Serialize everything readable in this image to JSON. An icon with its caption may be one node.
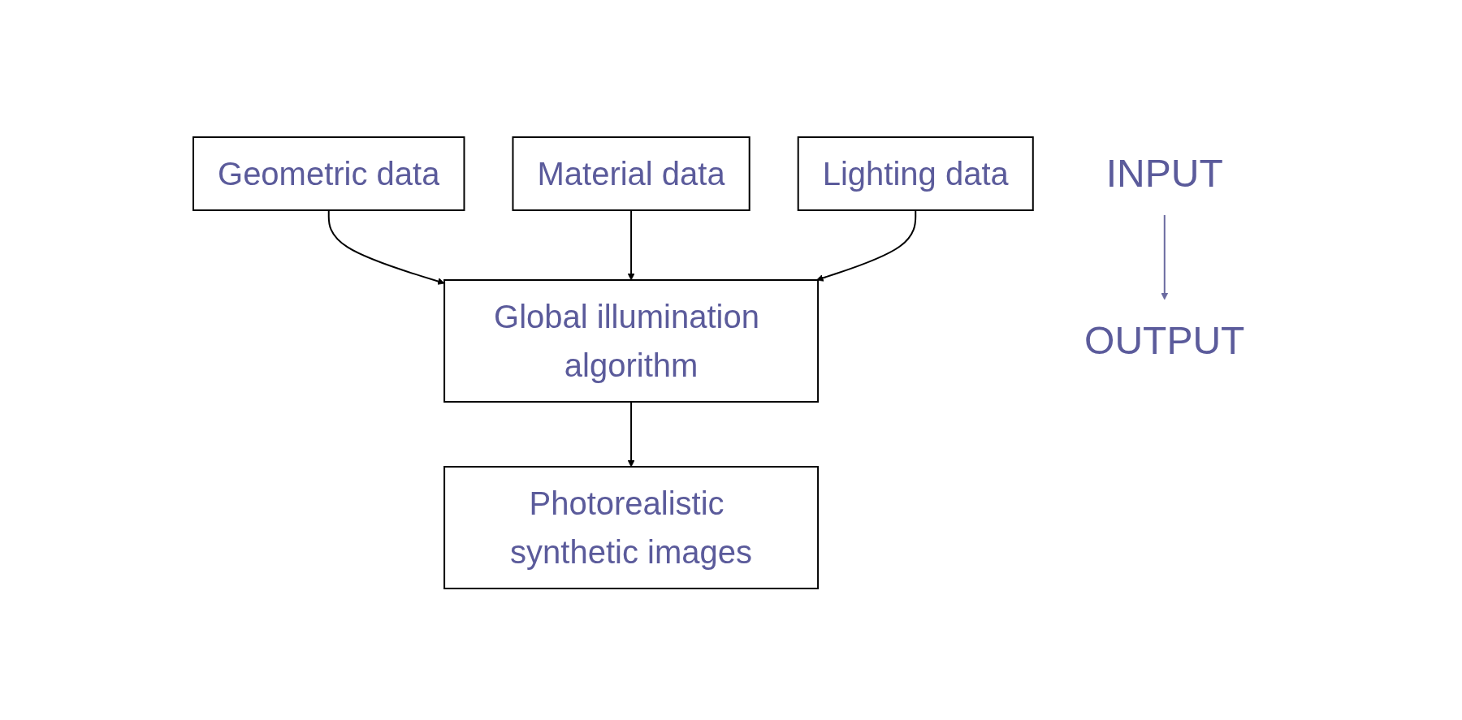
{
  "diagram": {
    "nodes": [
      {
        "text": [
          "Geometric data"
        ]
      },
      {
        "text": [
          "Material data"
        ]
      },
      {
        "text": [
          "Lighting data"
        ]
      },
      {
        "text": [
          "Global illumination algorithm"
        ]
      },
      {
        "text": [
          "Photorealistic synthetic images"
        ]
      },
      {
        "text": [
          "INPUT"
        ]
      },
      {
        "text": [
          "OUTPUT"
        ]
      }
    ],
    "edges": [
      {
        "from": 0,
        "to": 3,
        "arrow": "to"
      },
      {
        "from": 1,
        "to": 3,
        "arrow": "to"
      },
      {
        "from": 2,
        "to": 3,
        "arrow": "to"
      },
      {
        "from": 3,
        "to": 4,
        "arrow": "to"
      },
      {
        "from": 5,
        "to": 6,
        "arrow": "to",
        "color": "#6a6aa0"
      }
    ]
  }
}
